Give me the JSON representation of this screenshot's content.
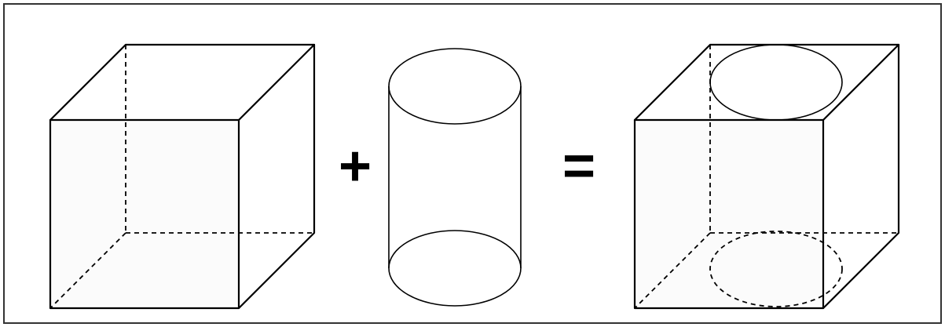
{
  "figure": {
    "operators": {
      "plus": "+",
      "equals": "="
    },
    "shapes": [
      "cube",
      "cylinder",
      "cube-with-cylinder"
    ],
    "colors": {
      "stroke": "#000000",
      "frame": "#333333",
      "background": "#ffffff",
      "cube_fill": "#fbfbfb"
    }
  }
}
